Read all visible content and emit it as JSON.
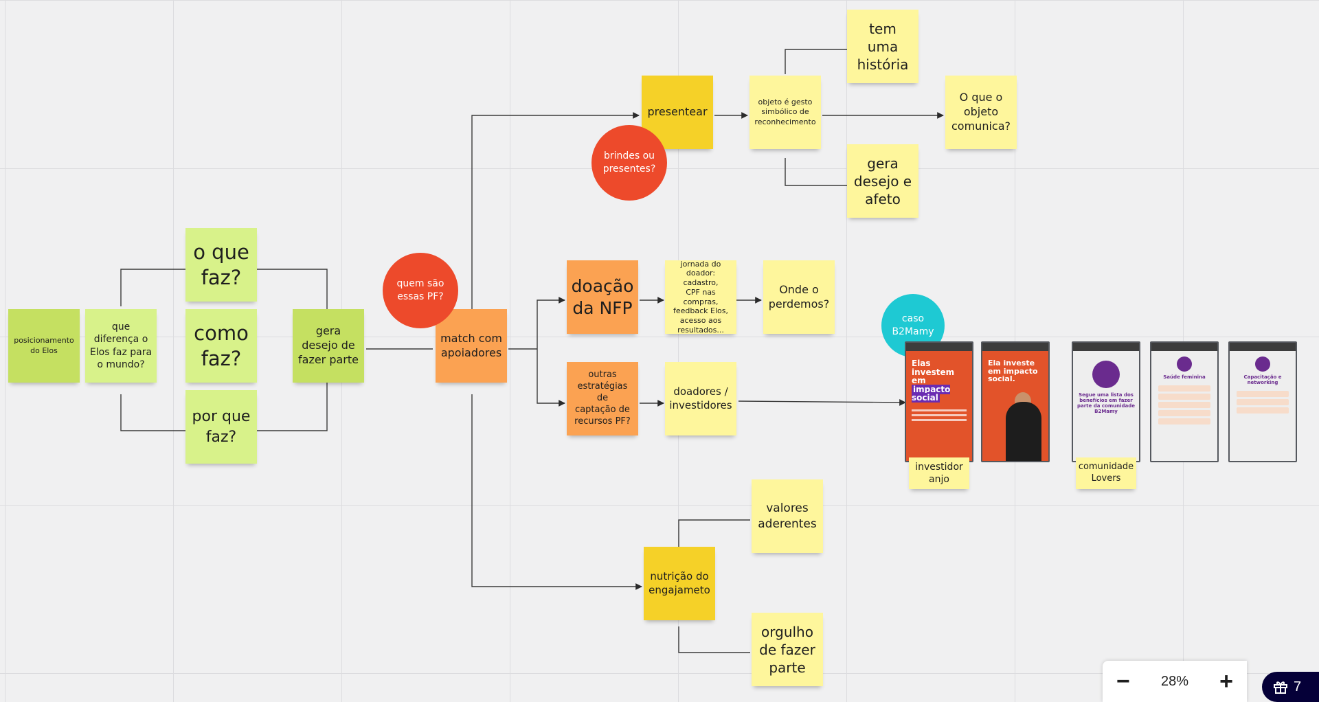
{
  "notes": {
    "posicionamento": "posicionamento\ndo Elos",
    "que_diferenca": "que\ndiferença o\nElos faz para\no mundo?",
    "o_que_faz": "o que\nfaz?",
    "como_faz": "como\nfaz?",
    "por_que_faz": "por que\nfaz?",
    "gera_desejo_fazer_parte": "gera\ndesejo de\nfazer parte",
    "match_apoiadores": "match com\napoiadores",
    "presentear": "presentear",
    "objeto_gesto": "objeto é gesto\nsimbólico de\nreconhecimento",
    "tem_historia": "tem\numa\nhistória",
    "o_que_objeto": "O que o\nobjeto\ncomunica?",
    "gera_desejo_afeto": "gera\ndesejo e\nafeto",
    "doacao_nfp": "doação\nda NFP",
    "jornada_doador": "jornada do\ndoador: cadastro,\nCPF nas compras,\nfeedback Elos,\nacesso aos\nresultados...",
    "onde_perdemos": "Onde o\nperdemos?",
    "outras_estrategias": "outras\nestratégias de\ncaptação de\nrecursos PF?",
    "doadores_investidores": "doadores /\ninvestidores",
    "valores_aderentes": "valores\naderentes",
    "nutricao_engajamento": "nutrição do\nengajameto",
    "orgulho_fazer_parte": "orgulho\nde fazer\nparte",
    "investidor_anjo": "investidor\nanjo",
    "comunidade_lovers": "comunidade\nLovers"
  },
  "circles": {
    "brindes": "brindes ou\npresentes?",
    "quem_sao": "quem são\nessas PF?",
    "caso_b2mamy": "caso\nB2Mamy"
  },
  "screens": {
    "screen1_headline_a": "Elas\ninvestem\nem",
    "screen1_highlight": "impacto\nsocial",
    "screen2_headline": "Ela investe\nem impacto\nsocial.",
    "screen3_text": "Segue uma lista dos\nbenefícios em fazer\nparte da comunidade\nB2Mamy",
    "screen4_title": "Saúde feminina",
    "screen5_title": "Capacitação e\nnetworking"
  },
  "zoom": {
    "minus": "−",
    "value": "28%",
    "plus": "+"
  },
  "gift_count": "7",
  "colors": {
    "lime": "#c5e061",
    "light_green": "#d8f28a",
    "yellow": "#fef69c",
    "gold": "#f5d128",
    "orange": "#fba252",
    "red": "#ed4a2b",
    "teal": "#1ec9d3",
    "navy": "#050038"
  }
}
